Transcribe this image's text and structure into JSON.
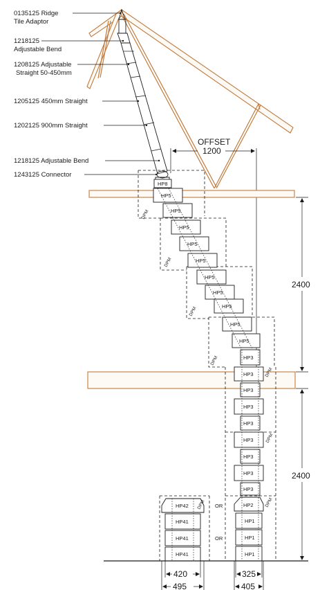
{
  "labels": {
    "ridge": [
      "0135125 Ridge",
      "Tile Adaptor"
    ],
    "bend1": [
      "1218125",
      "Adjustable Bend"
    ],
    "adj_straight": [
      "1208125 Adjustable",
      "Straight 50-450mm"
    ],
    "straight450": "1205125 450mm Straight",
    "straight900": "1202125 900mm Straight",
    "bend2": "1218125 Adjustable Bend",
    "connector": "1243125 Connector"
  },
  "offset": {
    "title": "OFFSET",
    "value": "1200"
  },
  "heights": {
    "upper": "2400",
    "lower": "2400"
  },
  "offset_blocks": [
    "HP5",
    "HP5",
    "HP5",
    "HP5",
    "HP5",
    "HP5",
    "HP5",
    "HP5",
    "HP5"
  ],
  "top_block": "HP8",
  "main_blocks": [
    "HP3",
    "HP3",
    "HP3",
    "HP3",
    "HP3",
    "HP3",
    "HP3",
    "HP3",
    "HP3",
    "HP2",
    "HP1",
    "HP1",
    "HP1"
  ],
  "alt_blocks": [
    "HP42",
    "HP41",
    "HP41",
    "HP41"
  ],
  "dpm": "DPM",
  "or": "OR",
  "bottom_dims": {
    "alt_inner": "420",
    "alt_outer": "495",
    "main_inner": "325",
    "main_outer": "405"
  },
  "colors": {
    "timber": "#c27a3a",
    "line": "#1a1a1a"
  }
}
